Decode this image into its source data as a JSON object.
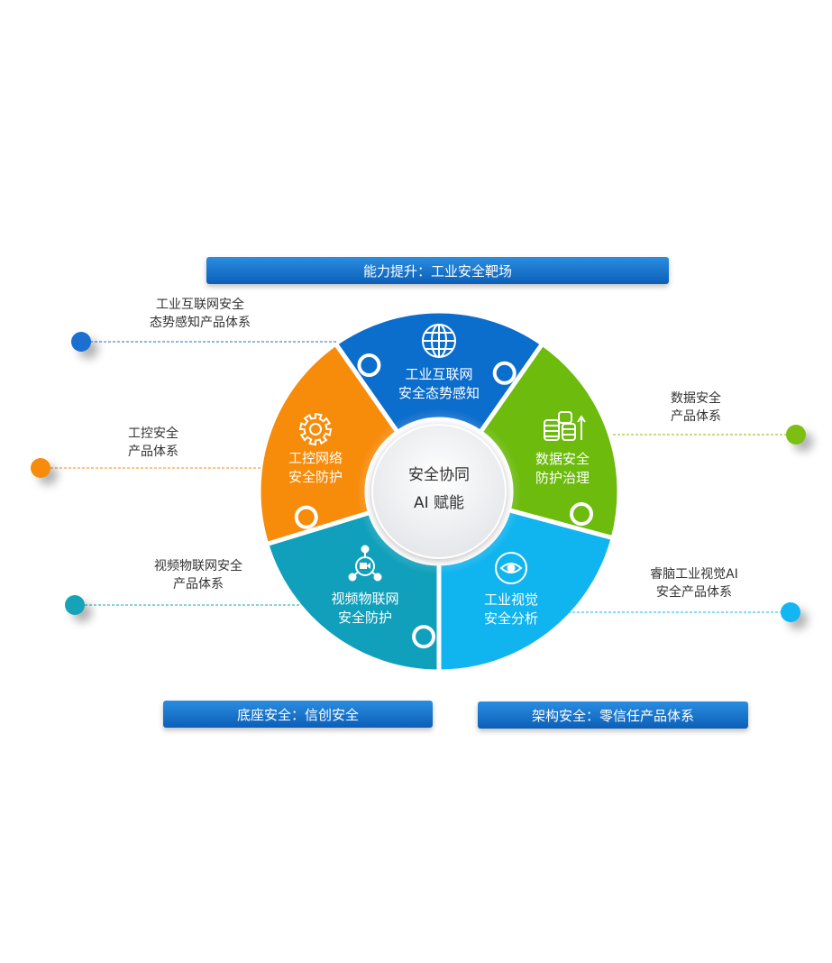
{
  "banners": {
    "top": "能力提升：工业安全靶场",
    "bottom_left": "底座安全：信创安全",
    "bottom_right": "架构安全：零信任产品体系"
  },
  "center": {
    "line1": "安全协同",
    "line2": "AI 赋能"
  },
  "segments": [
    {
      "line1": "工业互联网",
      "line2": "安全态势感知",
      "icon": "globe-icon",
      "color": "#0b6dcc"
    },
    {
      "line1": "数据安全",
      "line2": "防护治理",
      "icon": "coins-growth-icon",
      "color": "#6cbb0d"
    },
    {
      "line1": "工业视觉",
      "line2": "安全分析",
      "icon": "eye-icon",
      "color": "#10b4ef"
    },
    {
      "line1": "视频物联网",
      "line2": "安全防护",
      "icon": "camera-network-icon",
      "color": "#10a0bb"
    },
    {
      "line1": "工控网络",
      "line2": "安全防护",
      "icon": "gear-icon",
      "color": "#f78b0a"
    }
  ],
  "labels": [
    {
      "line1": "工业互联网安全",
      "line2": "态势感知产品体系",
      "color": "#1a6fd0"
    },
    {
      "line1": "工控安全",
      "line2": "产品体系",
      "color": "#f78b0a"
    },
    {
      "line1": "视频物联网安全",
      "line2": "产品体系",
      "color": "#16a3b8"
    },
    {
      "line1": "数据安全",
      "line2": "产品体系",
      "color": "#7cbf12"
    },
    {
      "line1": "睿脑工业视觉AI",
      "line2": "安全产品体系",
      "color": "#12b6f2"
    }
  ]
}
